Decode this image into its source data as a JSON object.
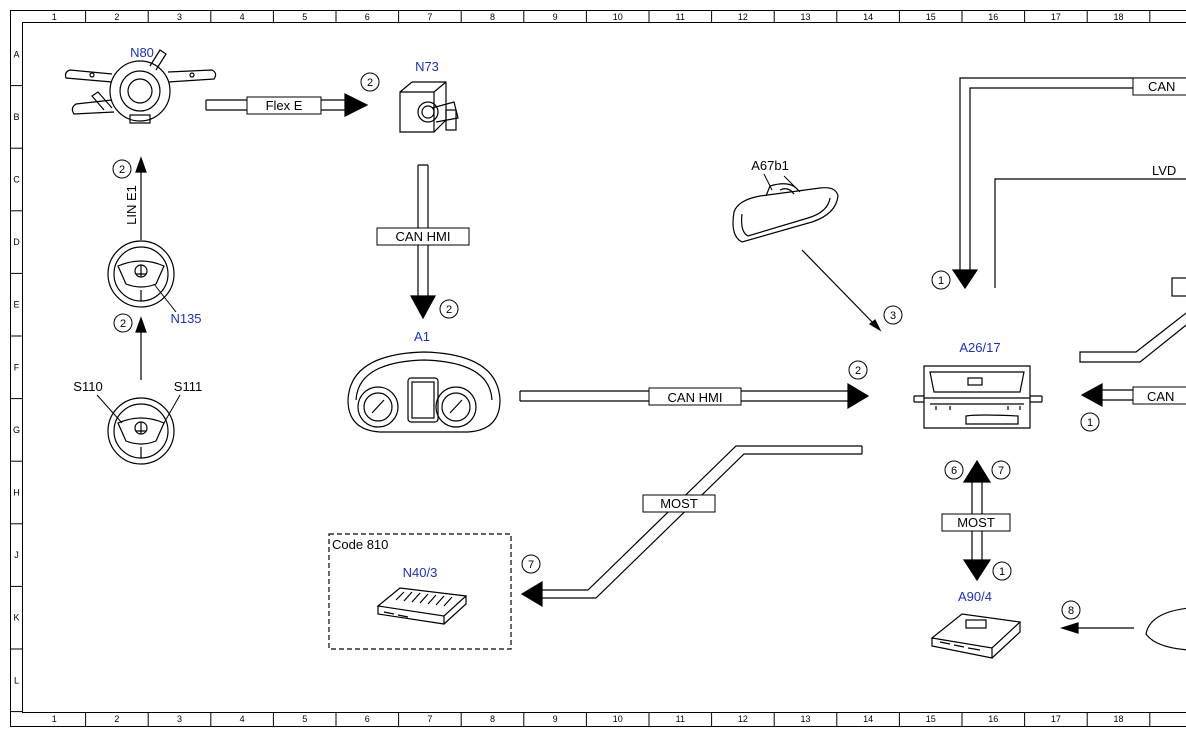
{
  "frame": {
    "columns": [
      "1",
      "2",
      "3",
      "4",
      "5",
      "6",
      "7",
      "8",
      "9",
      "10",
      "11",
      "12",
      "13",
      "14",
      "15",
      "16",
      "17",
      "18"
    ],
    "rows": [
      "A",
      "B",
      "C",
      "D",
      "E",
      "F",
      "G",
      "H",
      "J",
      "K",
      "L"
    ]
  },
  "components": {
    "n80": "N80",
    "n73": "N73",
    "n135": "N135",
    "s110": "S110",
    "s111": "S111",
    "a1": "A1",
    "a67b1": "A67b1",
    "a26_17": "A26/17",
    "a90_4": "A90/4",
    "n40_3": "N40/3",
    "code_box": "Code 810"
  },
  "buses": {
    "flex_e": "Flex E",
    "lin_e1": "LIN E1",
    "can_hmi_vertical": "CAN HMI",
    "can_hmi_horizontal": "CAN HMI",
    "most_n40": "MOST",
    "most_a90": "MOST",
    "can_top_right": "CAN",
    "can_mid_right": "CAN",
    "lvds": "LVD"
  },
  "markers": {
    "flex_e": "2",
    "lin_e1": "2",
    "n135_up": "2",
    "can_hmi_down": "2",
    "can_hmi_right": "2",
    "a67b1": "3",
    "can_down_right": "1",
    "can_left_right": "1",
    "most_up_a": "6",
    "most_up_b": "7",
    "most_down": "1",
    "most_n40": "7",
    "a90_left": "8"
  },
  "colors": {
    "component_label": "#1d2fc4",
    "line": "#000000",
    "background": "#ffffff"
  }
}
